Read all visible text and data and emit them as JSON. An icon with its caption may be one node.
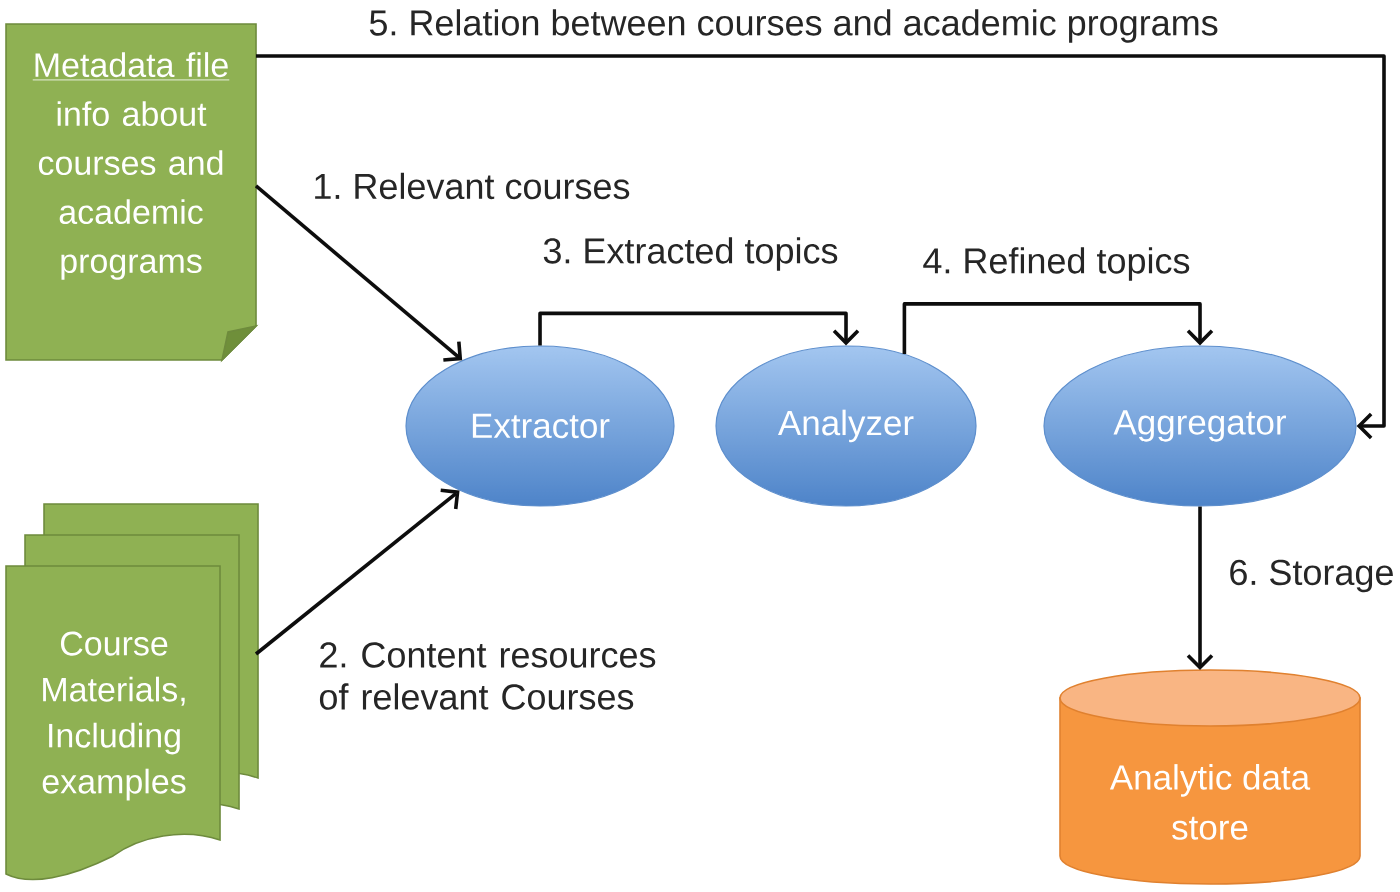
{
  "diagram": {
    "nodes": [
      {
        "text": [
          "Metadata file",
          "info about courses and academic programs"
        ]
      },
      {
        "text": [
          "Extractor"
        ]
      },
      {
        "text": [
          "Analyzer"
        ]
      },
      {
        "text": [
          "Aggregator"
        ]
      },
      {
        "text": [
          "Course Materials, Including examples"
        ]
      },
      {
        "text": [
          "Analytic data store"
        ]
      }
    ],
    "edges": [
      {
        "from": 0,
        "to": 1,
        "arrow": "to",
        "label": "1. Relevant courses"
      },
      {
        "from": 4,
        "to": 1,
        "arrow": "to",
        "label": "2. Content resources of relevant Courses"
      },
      {
        "from": 1,
        "to": 2,
        "arrow": "to",
        "label": "3. Extracted topics"
      },
      {
        "from": 2,
        "to": 3,
        "arrow": "to",
        "label": "4. Refined topics"
      },
      {
        "from": 0,
        "to": 3,
        "arrow": "to",
        "label": "5. Relation between courses and academic programs"
      },
      {
        "from": 3,
        "to": 5,
        "arrow": "to",
        "label": "6. Storage"
      }
    ]
  }
}
